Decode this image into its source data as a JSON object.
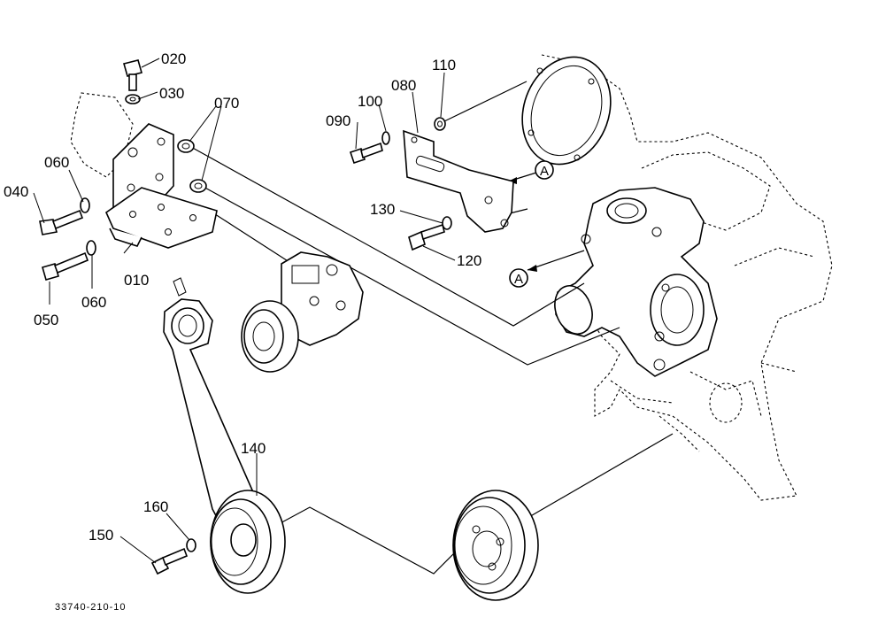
{
  "diagram": {
    "part_labels": [
      "020",
      "030",
      "070",
      "040",
      "060",
      "010",
      "060",
      "050",
      "110",
      "100",
      "080",
      "090",
      "130",
      "120",
      "140",
      "160",
      "150"
    ],
    "circle_labels": [
      "A",
      "A"
    ],
    "drawing_code": "33740-210-10"
  }
}
